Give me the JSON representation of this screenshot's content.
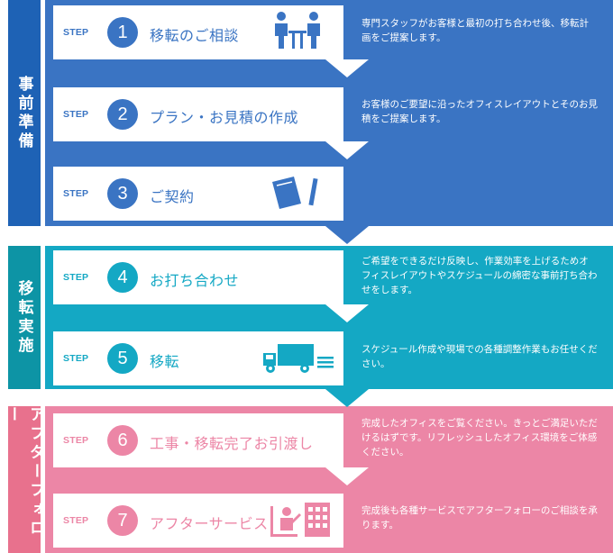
{
  "colors": {
    "blue": "#3a74c3",
    "blue_phase": "#1e62b5",
    "teal": "#14a8c4",
    "teal_phase": "#0d94a5",
    "pink": "#ec86a6",
    "pink_phase": "#e8718d"
  },
  "phases": [
    {
      "label": "事前準備"
    },
    {
      "label": "移転実施"
    },
    {
      "label": "アフターフォロー"
    }
  ],
  "steps": [
    {
      "step_label": "STEP",
      "num": "1",
      "title": "移転のご相談",
      "icon": "meeting-icon",
      "desc": "専門スタッフがお客様と最初の打ち合わせ後、移転計画をご提案します。"
    },
    {
      "step_label": "STEP",
      "num": "2",
      "title": "プラン・お見積の作成",
      "icon": "",
      "desc": "お客様のご要望に沿ったオフィスレイアウトとそのお見積をご提案します。"
    },
    {
      "step_label": "STEP",
      "num": "3",
      "title": "ご契約",
      "icon": "contract-icon",
      "desc": ""
    },
    {
      "step_label": "STEP",
      "num": "4",
      "title": "お打ち合わせ",
      "icon": "",
      "desc": "ご希望をできるだけ反映し、作業効率を上げるためオフィスレイアウトやスケジュールの綿密な事前打ち合わせをします。"
    },
    {
      "step_label": "STEP",
      "num": "5",
      "title": "移転",
      "icon": "truck-icon",
      "desc": "スケジュール作成や現場での各種調整作業もお任せください。"
    },
    {
      "step_label": "STEP",
      "num": "6",
      "title": "工事・移転完了お引渡し",
      "icon": "",
      "desc": "完成したオフィスをご覧ください。きっとご満足いただけるはずです。リフレッシュしたオフィス環境をご体感ください。"
    },
    {
      "step_label": "STEP",
      "num": "7",
      "title": "アフターサービス",
      "icon": "after-service-icon",
      "desc": "完成後も各種サービスでアフターフォローのご相談を承ります。"
    }
  ]
}
